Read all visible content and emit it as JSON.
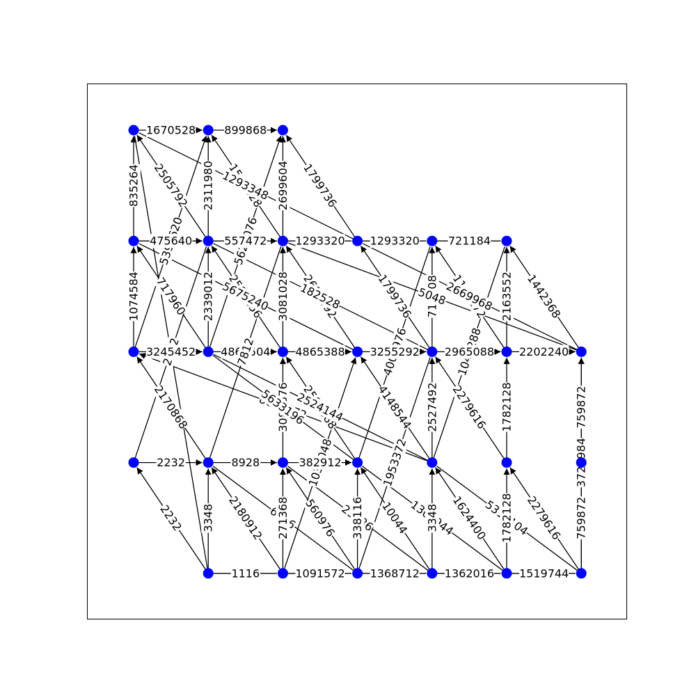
{
  "colors": {
    "node": "#0000ff",
    "edge": "#000000",
    "background": "#ffffff"
  },
  "graph": {
    "rows": 5,
    "cols": 6,
    "nodes": [
      {
        "id": "0-0",
        "col": 0,
        "row": 0
      },
      {
        "id": "1-0",
        "col": 1,
        "row": 0
      },
      {
        "id": "2-0",
        "col": 2,
        "row": 0
      },
      {
        "id": "0-1",
        "col": 0,
        "row": 1
      },
      {
        "id": "1-1",
        "col": 1,
        "row": 1
      },
      {
        "id": "2-1",
        "col": 2,
        "row": 1
      },
      {
        "id": "3-1",
        "col": 3,
        "row": 1
      },
      {
        "id": "4-1",
        "col": 4,
        "row": 1
      },
      {
        "id": "5-1",
        "col": 5,
        "row": 1
      },
      {
        "id": "0-2",
        "col": 0,
        "row": 2
      },
      {
        "id": "1-2",
        "col": 1,
        "row": 2
      },
      {
        "id": "2-2",
        "col": 2,
        "row": 2
      },
      {
        "id": "3-2",
        "col": 3,
        "row": 2
      },
      {
        "id": "4-2",
        "col": 4,
        "row": 2
      },
      {
        "id": "5-2",
        "col": 5,
        "row": 2
      },
      {
        "id": "6-2",
        "col": 6,
        "row": 2
      },
      {
        "id": "0-3",
        "col": 0,
        "row": 3
      },
      {
        "id": "1-3",
        "col": 1,
        "row": 3
      },
      {
        "id": "2-3",
        "col": 2,
        "row": 3
      },
      {
        "id": "3-3",
        "col": 3,
        "row": 3
      },
      {
        "id": "4-3",
        "col": 4,
        "row": 3
      },
      {
        "id": "5-3",
        "col": 5,
        "row": 3
      },
      {
        "id": "6-3",
        "col": 6,
        "row": 3
      },
      {
        "id": "1-4",
        "col": 1,
        "row": 4
      },
      {
        "id": "2-4",
        "col": 2,
        "row": 4
      },
      {
        "id": "3-4",
        "col": 3,
        "row": 4
      },
      {
        "id": "4-4",
        "col": 4,
        "row": 4
      },
      {
        "id": "5-4",
        "col": 5,
        "row": 4
      },
      {
        "id": "6-4",
        "col": 6,
        "row": 4
      }
    ],
    "edges": [
      {
        "from": "0-0",
        "to": "1-0",
        "label": "1670528",
        "arrow": true
      },
      {
        "from": "1-0",
        "to": "2-0",
        "label": "899868",
        "arrow": true
      },
      {
        "from": "0-1",
        "to": "0-0",
        "label": "835264",
        "arrow": true
      },
      {
        "from": "1-1",
        "to": "0-0",
        "label": "2505792",
        "arrow": true
      },
      {
        "from": "1-1",
        "to": "1-0",
        "label": "2311980",
        "arrow": true
      },
      {
        "from": "2-1",
        "to": "1-0",
        "label": "1541328",
        "arrow": true
      },
      {
        "from": "1-2",
        "to": "2-0",
        "label": "5629076",
        "arrow": true
      },
      {
        "from": "3-1",
        "to": "2-0",
        "label": "1799736",
        "arrow": true
      },
      {
        "from": "2-1",
        "to": "2-0",
        "label": "2699604",
        "arrow": true
      },
      {
        "from": "0-2",
        "to": "1-0",
        "label": "5394620",
        "arrow": true
      },
      {
        "from": "3-1",
        "to": "0-0",
        "label": "1293348",
        "arrow": false
      },
      {
        "from": "0-1",
        "to": "1-1",
        "label": "475640",
        "arrow": true
      },
      {
        "from": "1-1",
        "to": "2-1",
        "label": "557472",
        "arrow": true
      },
      {
        "from": "2-1",
        "to": "3-1",
        "label": "1293320",
        "arrow": false
      },
      {
        "from": "3-1",
        "to": "4-1",
        "label": "1293320",
        "arrow": false
      },
      {
        "from": "4-1",
        "to": "5-1",
        "label": "721184",
        "arrow": false
      },
      {
        "from": "0-2",
        "to": "0-1",
        "label": "1074584",
        "arrow": true
      },
      {
        "from": "1-2",
        "to": "0-1",
        "label": "717960",
        "arrow": true
      },
      {
        "from": "1-2",
        "to": "1-1",
        "label": "2339012",
        "arrow": true
      },
      {
        "from": "0-3",
        "to": "1-1",
        "label": "2232",
        "arrow": false
      },
      {
        "from": "2-2",
        "to": "1-1",
        "label": "2584656",
        "arrow": true
      },
      {
        "from": "3-2",
        "to": "0-1",
        "label": "5675240",
        "arrow": false
      },
      {
        "from": "2-2",
        "to": "2-1",
        "label": "3081028",
        "arrow": true
      },
      {
        "from": "3-2",
        "to": "2-1",
        "label": "2685592",
        "arrow": true
      },
      {
        "from": "4-2",
        "to": "1-1",
        "label": "182528",
        "arrow": false
      },
      {
        "from": "4-2",
        "to": "3-1",
        "label": "1799736",
        "arrow": true
      },
      {
        "from": "3-3",
        "to": "4-1",
        "label": "4004976",
        "arrow": false
      },
      {
        "from": "4-2",
        "to": "4-1",
        "label": "716408",
        "arrow": true
      },
      {
        "from": "5-2",
        "to": "4-1",
        "label": "1144272",
        "arrow": true
      },
      {
        "from": "6-2",
        "to": "3-1",
        "label": "2669968",
        "arrow": false
      },
      {
        "from": "4-3",
        "to": "5-1",
        "label": "1048288",
        "arrow": false
      },
      {
        "from": "5-2",
        "to": "5-1",
        "label": "2163552",
        "arrow": true
      },
      {
        "from": "6-2",
        "to": "5-1",
        "label": "1442368",
        "arrow": true
      },
      {
        "from": "6-2",
        "to": "2-1",
        "label": "5048",
        "arrow": false
      },
      {
        "from": "0-2",
        "to": "1-2",
        "label": "3245452",
        "arrow": true
      },
      {
        "from": "1-2",
        "to": "2-2",
        "label": "4866504",
        "arrow": true
      },
      {
        "from": "2-2",
        "to": "3-2",
        "label": "4865388",
        "arrow": true
      },
      {
        "from": "3-2",
        "to": "4-2",
        "label": "3255292",
        "arrow": true
      },
      {
        "from": "4-2",
        "to": "5-2",
        "label": "2965088",
        "arrow": true
      },
      {
        "from": "5-2",
        "to": "6-2",
        "label": "2202240",
        "arrow": true
      },
      {
        "from": "1-3",
        "to": "0-2",
        "label": "2170868",
        "arrow": true
      },
      {
        "from": "4-3",
        "to": "0-2",
        "label": "8661172",
        "arrow": true
      },
      {
        "from": "2-3",
        "to": "2-2",
        "label": "3084376",
        "arrow": true
      },
      {
        "from": "3-3",
        "to": "2-2",
        "label": "2586888",
        "arrow": true
      },
      {
        "from": "4-3",
        "to": "1-2",
        "label": "2524144",
        "arrow": false
      },
      {
        "from": "2-4",
        "to": "3-2",
        "label": "1032048",
        "arrow": true
      },
      {
        "from": "4-3",
        "to": "3-2",
        "label": "4148544",
        "arrow": true
      },
      {
        "from": "4-3",
        "to": "4-2",
        "label": "2527492",
        "arrow": true
      },
      {
        "from": "5-3",
        "to": "4-2",
        "label": "2279616",
        "arrow": true
      },
      {
        "from": "5-3",
        "to": "5-2",
        "label": "1782128",
        "arrow": true
      },
      {
        "from": "6-3",
        "to": "6-2",
        "label": "759872",
        "arrow": true
      },
      {
        "from": "6-4",
        "to": "6-2",
        "label": "3721984",
        "arrow": true
      },
      {
        "from": "3-4",
        "to": "4-2",
        "label": "1953372",
        "arrow": false
      },
      {
        "from": "1-3",
        "to": "2-1",
        "label": "7812",
        "arrow": false
      },
      {
        "from": "3-3",
        "to": "1-2",
        "label": "5633196",
        "arrow": false
      },
      {
        "from": "0-3",
        "to": "1-3",
        "label": "2232",
        "arrow": true
      },
      {
        "from": "1-3",
        "to": "2-3",
        "label": "8928",
        "arrow": true
      },
      {
        "from": "2-3",
        "to": "3-3",
        "label": "382912",
        "arrow": true
      },
      {
        "from": "1-4",
        "to": "0-3",
        "label": "2232",
        "arrow": true
      },
      {
        "from": "1-4",
        "to": "1-3",
        "label": "3348",
        "arrow": true
      },
      {
        "from": "2-4",
        "to": "1-3",
        "label": "2180912",
        "arrow": true
      },
      {
        "from": "3-4",
        "to": "1-3",
        "label": "6696",
        "arrow": false
      },
      {
        "from": "2-4",
        "to": "2-3",
        "label": "271368",
        "arrow": true
      },
      {
        "from": "3-4",
        "to": "2-3",
        "label": "560976",
        "arrow": true
      },
      {
        "from": "4-4",
        "to": "2-3",
        "label": "23436",
        "arrow": false
      },
      {
        "from": "3-4",
        "to": "3-3",
        "label": "338116",
        "arrow": true
      },
      {
        "from": "4-4",
        "to": "3-3",
        "label": "10044",
        "arrow": true
      },
      {
        "from": "5-4",
        "to": "3-3",
        "label": "1308944",
        "arrow": false
      },
      {
        "from": "4-4",
        "to": "4-3",
        "label": "3348",
        "arrow": true
      },
      {
        "from": "5-4",
        "to": "4-3",
        "label": "1624400",
        "arrow": true
      },
      {
        "from": "6-4",
        "to": "4-3",
        "label": "5319104",
        "arrow": false
      },
      {
        "from": "5-4",
        "to": "5-3",
        "label": "1782128",
        "arrow": true
      },
      {
        "from": "6-4",
        "to": "5-3",
        "label": "2279616",
        "arrow": true
      },
      {
        "from": "6-4",
        "to": "6-3",
        "label": "759872",
        "arrow": true
      },
      {
        "from": "1-4",
        "to": "2-4",
        "label": "1116",
        "arrow": false
      },
      {
        "from": "2-4",
        "to": "3-4",
        "label": "1091572",
        "arrow": false
      },
      {
        "from": "3-4",
        "to": "4-4",
        "label": "1368712",
        "arrow": false
      },
      {
        "from": "4-4",
        "to": "5-4",
        "label": "1362016",
        "arrow": false
      },
      {
        "from": "5-4",
        "to": "6-4",
        "label": "1519744",
        "arrow": false
      },
      {
        "from": "1-4",
        "to": "0-0",
        "label": "",
        "arrow": false
      }
    ]
  }
}
